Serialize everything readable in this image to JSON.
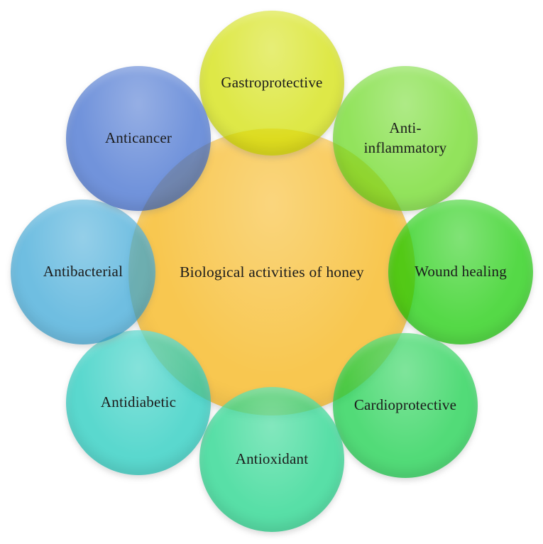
{
  "figure": {
    "type": "radial-circle-diagram",
    "fill_alpha": 0.72,
    "center": {
      "label": "Biological activities of honey",
      "color": "#F8C750"
    },
    "circles": [
      {
        "label": "Gastroprotective",
        "position": "top",
        "color": "#D1DF00",
        "apparent_color": "#DEE83F"
      },
      {
        "label": "Anti-\ninflammatory",
        "position": "top-right",
        "color": "#68D81D",
        "apparent_color": "#92E35C"
      },
      {
        "label": "Wound healing",
        "position": "right",
        "color": "#13CA00",
        "apparent_color": "#5CD947"
      },
      {
        "label": "Cardioprotective",
        "position": "bottom-right",
        "color": "#0FCD44",
        "apparent_color": "#52DB78"
      },
      {
        "label": "Antioxidant",
        "position": "bottom",
        "color": "#17D385",
        "apparent_color": "#58DFA7"
      },
      {
        "label": "Antidiabetic",
        "position": "bottom-left",
        "color": "#1AC9BB",
        "apparent_color": "#5AD8CE"
      },
      {
        "label": "Antibacterial",
        "position": "left",
        "color": "#38A5D5",
        "apparent_color": "#70BEE1"
      },
      {
        "label": "Anticancer",
        "position": "top-left",
        "color": "#3A69CD",
        "apparent_color": "#7193DB"
      }
    ]
  }
}
